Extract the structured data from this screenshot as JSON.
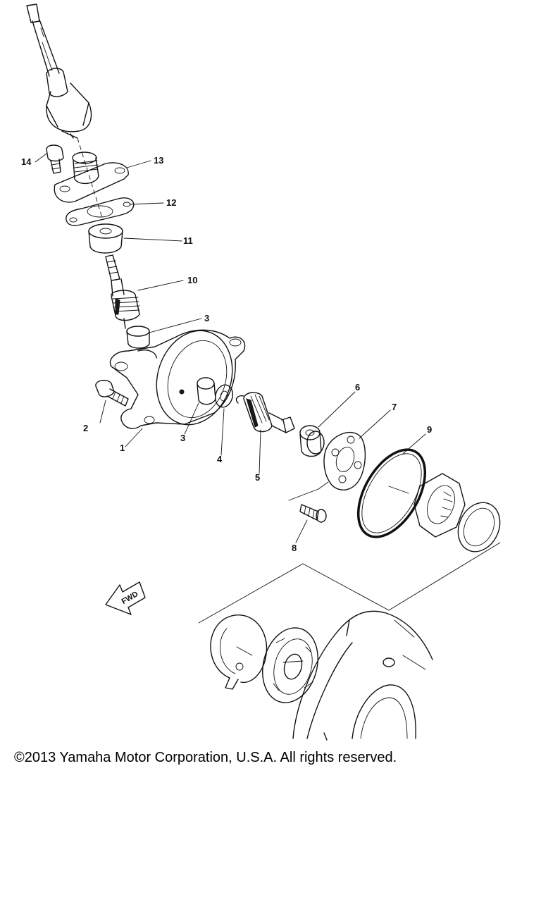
{
  "diagram": {
    "callouts": [
      "1",
      "2",
      "3",
      "4",
      "5",
      "6",
      "7",
      "8",
      "9",
      "10",
      "11",
      "12",
      "13",
      "14"
    ],
    "callout_3b": "3",
    "direction_arrow": "FWD",
    "icons": [
      "fwd-arrow-icon"
    ]
  },
  "footer": {
    "copyright": "©2013 Yamaha Motor Corporation, U.S.A. All rights reserved."
  }
}
